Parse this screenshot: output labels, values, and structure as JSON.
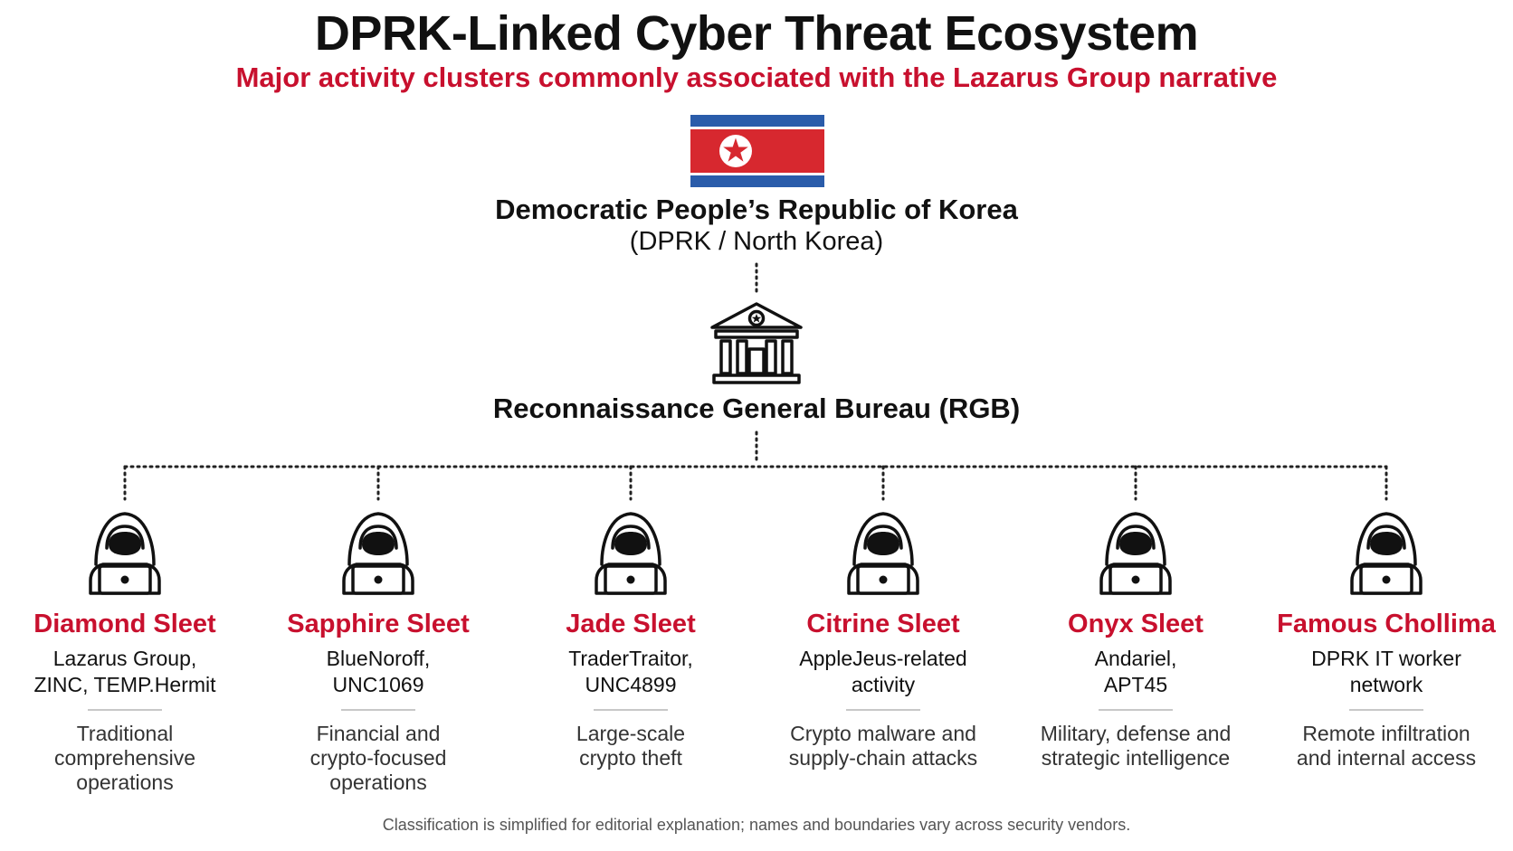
{
  "header": {
    "title": "DPRK-Linked Cyber Threat Ecosystem",
    "subtitle": "Major activity clusters commonly associated with the Lazarus Group narrative"
  },
  "country": {
    "name": "Democratic People’s Republic of Korea",
    "short": "(DPRK / North Korea)",
    "flag_colors": {
      "blue": "#2a5caa",
      "white": "#ffffff",
      "red": "#d7282f"
    }
  },
  "agency": {
    "name": "Reconnaissance General Bureau (RGB)",
    "icon": "government-building-icon"
  },
  "clusters": [
    {
      "name": "Diamond Sleet",
      "aliases": "Lazarus Group,\nZINC, TEMP.Hermit",
      "description": "Traditional\ncomprehensive\noperations",
      "icon": "hooded-hacker-icon"
    },
    {
      "name": "Sapphire Sleet",
      "aliases": "BlueNoroff,\nUNC1069",
      "description": "Financial and\ncrypto-focused\noperations",
      "icon": "hooded-hacker-icon"
    },
    {
      "name": "Jade Sleet",
      "aliases": "TraderTraitor,\nUNC4899",
      "description": "Large-scale\ncrypto theft",
      "icon": "hooded-hacker-icon"
    },
    {
      "name": "Citrine Sleet",
      "aliases": "AppleJeus-related\nactivity",
      "description": "Crypto malware and\nsupply-chain attacks",
      "icon": "hooded-hacker-icon"
    },
    {
      "name": "Onyx Sleet",
      "aliases": "Andariel,\nAPT45",
      "description": "Military, defense and\nstrategic intelligence",
      "icon": "hooded-hacker-icon"
    },
    {
      "name": "Famous Chollima",
      "aliases": "DPRK IT worker\nnetwork",
      "description": "Remote infiltration\nand internal access",
      "icon": "hooded-hacker-icon"
    }
  ],
  "footnote": "Classification is simplified for editorial explanation; names and boundaries vary across security vendors.",
  "colors": {
    "accent_red": "#c8102e",
    "text": "#111111"
  }
}
